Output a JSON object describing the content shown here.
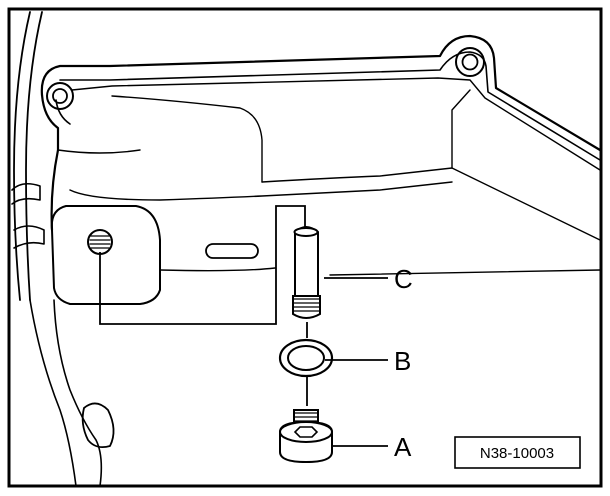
{
  "figure": {
    "callouts": {
      "a": "A",
      "b": "B",
      "c": "C"
    },
    "reference": "N38-10003"
  }
}
